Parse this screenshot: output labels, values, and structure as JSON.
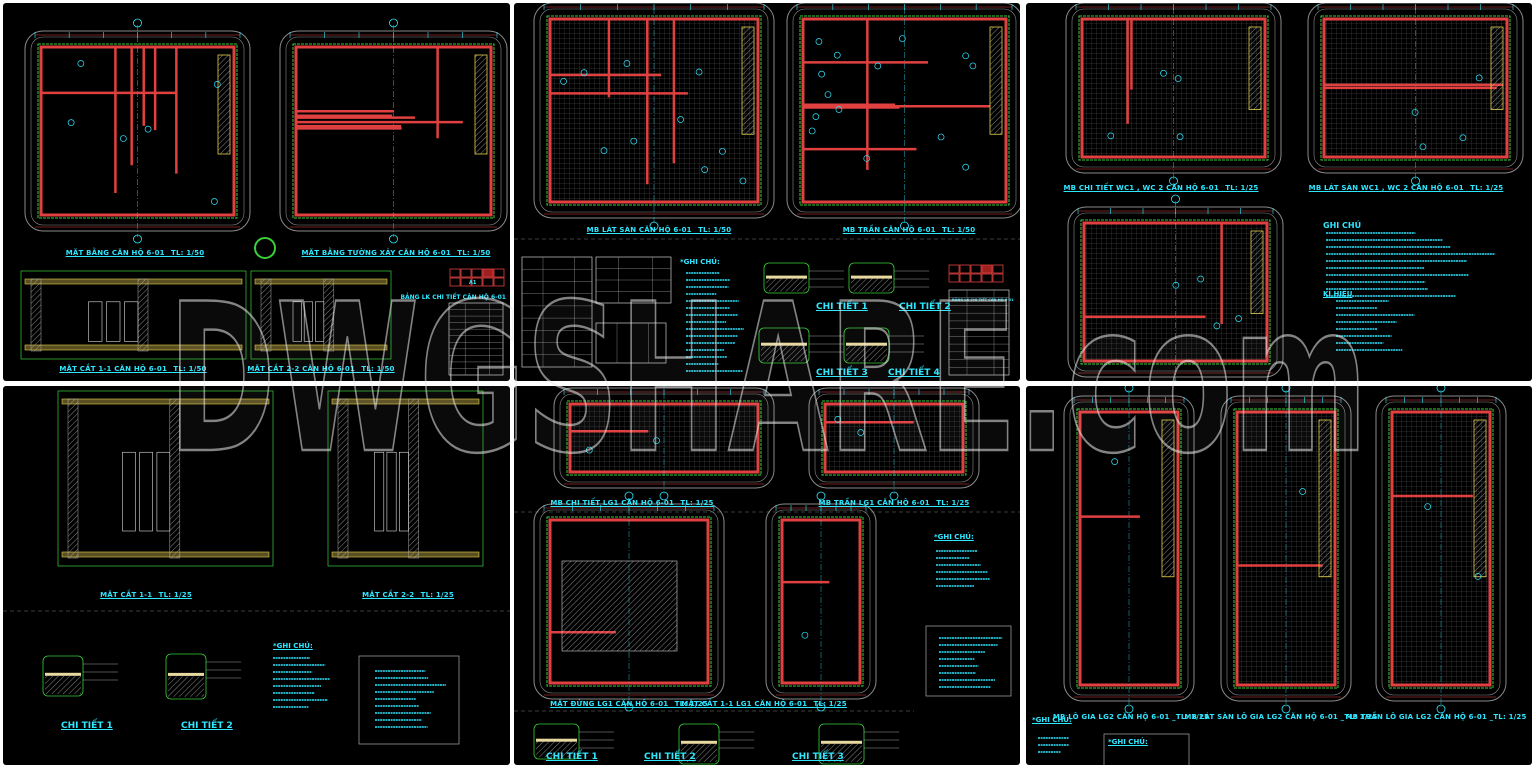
{
  "watermark": "DWGSHARE.com",
  "colors": {
    "background": "#000000",
    "title": "#2fe6ff",
    "walls": "#e04040",
    "boundary": "#38d038",
    "frame": "#8a8a8a",
    "note_heading": "#ffe14a"
  },
  "panels": [
    {
      "titles": [
        "MẶT BẰNG CĂN HỘ 6-01 _TL: 1/50",
        "MẶT BẰNG TƯỜNG XÂY CĂN HỘ 6-01 _TL: 1/50",
        "MẶT CẮT 1-1 CĂN HỘ 6-01 _TL: 1/50",
        "MẶT CẮT 2-2 CĂN HỘ 6-01 _TL: 1/50"
      ],
      "table_title": "BẢNG LK CHI TIẾT CĂN HỘ 6-01",
      "key_tag": "A1"
    },
    {
      "titles": [
        "MB LÁT SÀN CĂN HỘ 6-01 _TL: 1/50",
        "MB TRẦN CĂN HỘ 6-01 _TL: 1/50"
      ],
      "notes_heading": "*GHI CHÚ:",
      "details": [
        "CHI TIẾT 1",
        "CHI TIẾT 2",
        "CHI TIẾT 3",
        "CHI TIẾT 4"
      ],
      "table_title": "BẢNG LK CHI TIẾT CĂN HỘ 6-01"
    },
    {
      "titles": [
        "MB CHI TIẾT WC1 , WC 2 CĂN HỘ 6-01 _TL: 1/25",
        "MB LÁT SÀN WC1 , WC 2 CĂN HỘ 6-01 _TL: 1/25"
      ],
      "notes_heading": "GHI CHÚ",
      "legend_heading": "KÍ HIỆU"
    },
    {
      "titles": [
        "MẶT CẮT 1-1 _TL: 1/25",
        "MẶT CẮT 2-2 _TL: 1/25"
      ],
      "details": [
        "CHI TIẾT 1",
        "CHI TIẾT 2"
      ],
      "notes_heading": "*GHI CHÚ:"
    },
    {
      "titles": [
        "MB CHI TIẾT LG1 CĂN HỘ 6-01 _TL: 1/25",
        "MB TRẦN LG1 CĂN HỘ 6-01 _TL: 1/25",
        "MẶT ĐỨNG LG1 CĂN HỘ 6-01 _TL: 1/25",
        "MẶT CẮT 1-1 LG1 CĂN HỘ 6-01 _TL: 1/25"
      ],
      "notes_heading": "*GHI CHÚ:",
      "details": [
        "CHI TIẾT 1",
        "CHI TIẾT 2",
        "CHI TIẾT 3"
      ]
    },
    {
      "titles": [
        "MB LÔ GIA LG2 CĂN HỘ 6-01 _TL: 1/25",
        "MB LÁT SÀN LÔ GIA LG2 CĂN HỘ 6-01 _TL: 1/25",
        "MB TRẦN LÔ GIA LG2 CĂN HỘ 6-01 _TL: 1/25"
      ],
      "notes_heading": "*GHI CHÚ:",
      "box_heading": "*GHI CHÚ:"
    }
  ]
}
